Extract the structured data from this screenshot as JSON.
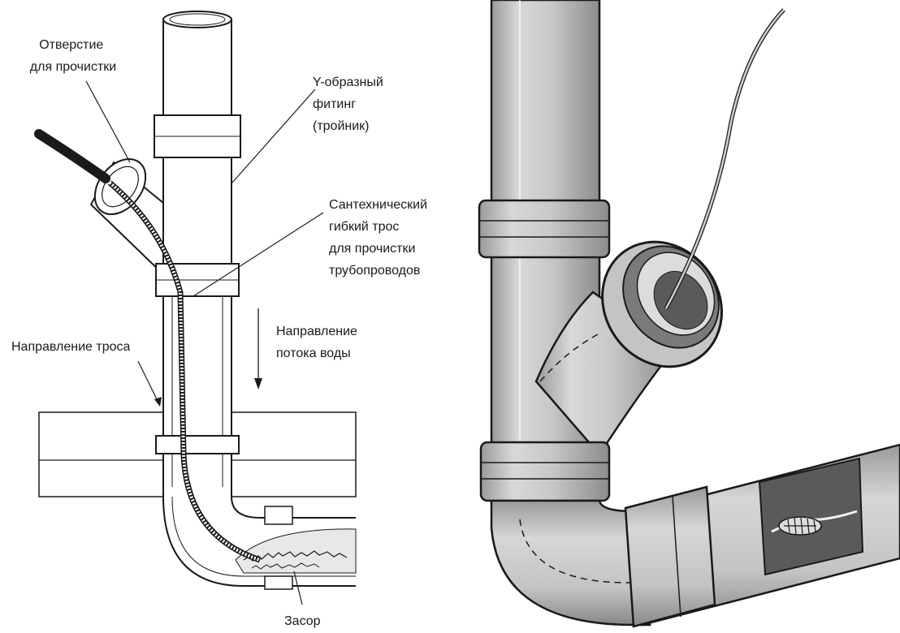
{
  "left_diagram": {
    "labels": {
      "cleanout_hole": [
        "Отверстие",
        "для прочистки"
      ],
      "y_fitting": [
        "Y-образный",
        "фитинг",
        "(тройник)"
      ],
      "cable": [
        "Сантехнический",
        "гибкий трос",
        "для прочистки",
        "трубопроводов"
      ],
      "cable_direction": [
        "Направление троса"
      ],
      "water_flow": [
        "Направление",
        "потока воды"
      ],
      "blockage": [
        "Засор"
      ]
    }
  },
  "colors": {
    "ink": "#1a1a1a",
    "pipe_fill_left": "#ffffff",
    "pipe_fill_right": "#c9c9c9",
    "pipe_shadow": "#8a8a8a",
    "window_dark": "#5a5a5a"
  }
}
